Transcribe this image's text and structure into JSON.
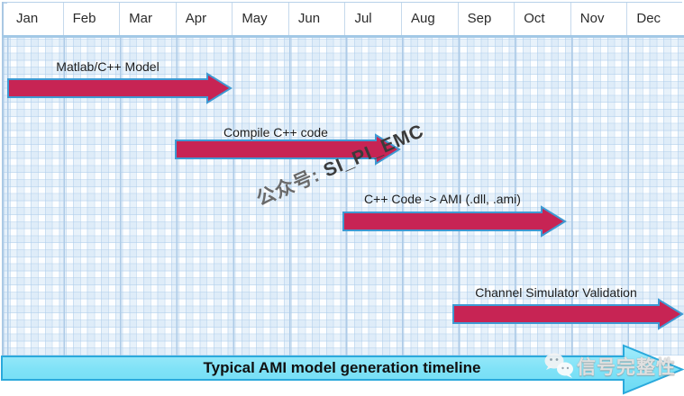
{
  "header": {
    "months": [
      "Jan",
      "Feb",
      "Mar",
      "Apr",
      "May",
      "Jun",
      "Jul",
      "Aug",
      "Sep",
      "Oct",
      "Nov",
      "Dec"
    ]
  },
  "tasks": [
    {
      "label": "Matlab/C++ Model",
      "start_month": "Jan",
      "end_month": "Apr"
    },
    {
      "label": "Compile C++ code",
      "start_month": "Apr",
      "end_month": "Jul"
    },
    {
      "label": "C++ Code -> AMI (.dll, .ami)",
      "start_month": "Jul",
      "end_month": "Oct"
    },
    {
      "label": "Channel Simulator Validation",
      "start_month": "Sep",
      "end_month": "Dec"
    }
  ],
  "banner": {
    "title": "Typical AMI model generation timeline"
  },
  "watermark": {
    "prefix": "公众号:",
    "handle": "SI_PI_EMC"
  },
  "brand": {
    "name": "信号完整性",
    "icon": "wechat-icon"
  },
  "colors": {
    "task_fill": "#c72454",
    "task_stroke": "#3e9ad3",
    "banner_fill": "#7fe2f7",
    "banner_stroke": "#2aa9dc",
    "grid_major_line": "#aecbe7",
    "header_band": "#a2c8e6"
  }
}
